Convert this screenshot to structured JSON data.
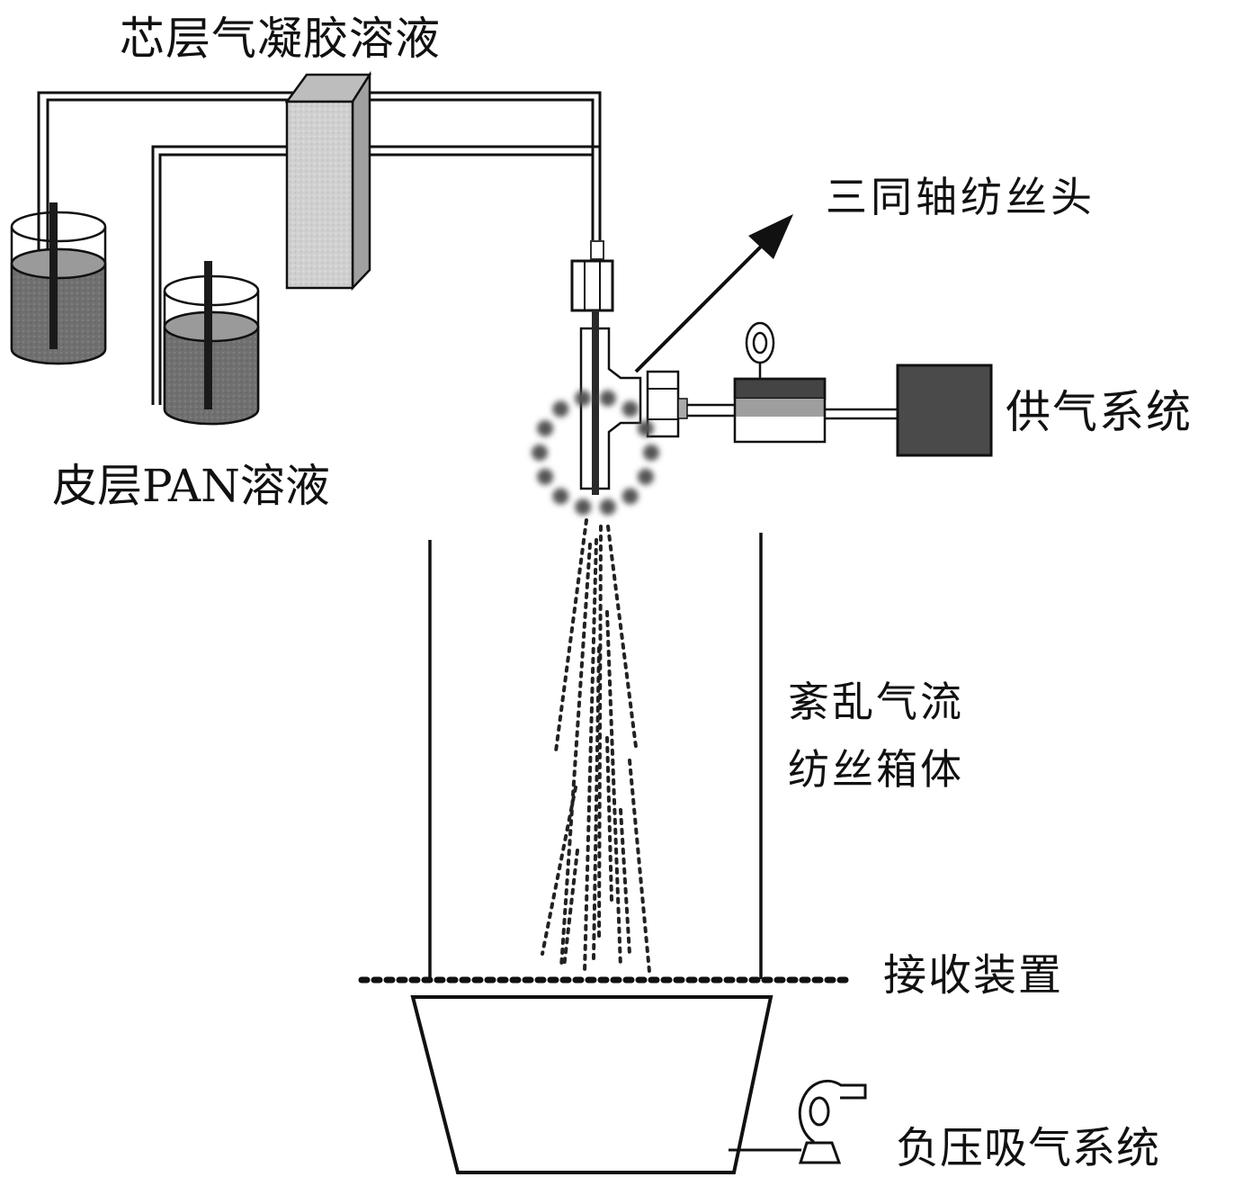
{
  "figure": {
    "type": "schematic",
    "subject": "tri-coaxial turbulent-airflow spinning apparatus"
  },
  "labels": {
    "core_solution": "芯层气凝胶溶液",
    "sheath_solution": "皮层PAN溶液",
    "spinneret": "三同轴纺丝头",
    "gas_supply": "供气系统",
    "spinning_box_line1": "紊乱气流",
    "spinning_box_line2": "纺丝箱体",
    "receiver": "接收装置",
    "vacuum_system": "负压吸气系统"
  },
  "components": [
    {
      "id": "core-beaker",
      "icon": "beaker-icon"
    },
    {
      "id": "sheath-beaker",
      "icon": "beaker-icon"
    },
    {
      "id": "pump",
      "icon": "syringe-pump-icon"
    },
    {
      "id": "spinneret",
      "icon": "coaxial-nozzle-icon"
    },
    {
      "id": "pressure-regulator",
      "icon": "pressure-gauge-icon"
    },
    {
      "id": "gas-source",
      "icon": "gas-tank-icon"
    },
    {
      "id": "collector",
      "icon": "collector-tray-icon"
    },
    {
      "id": "blower",
      "icon": "blower-fan-icon"
    }
  ],
  "colors": {
    "line": "#111111",
    "liquid": "#6e6e6e",
    "liquid_surface": "#9a9a9a",
    "pump_face": "#cfcfcf",
    "pump_side": "#a8a8a8",
    "gas_source": "#4a4a4a",
    "regulator_top": "#444444",
    "regulator_mid": "#9e9e9e",
    "air_ring": "#555555"
  }
}
